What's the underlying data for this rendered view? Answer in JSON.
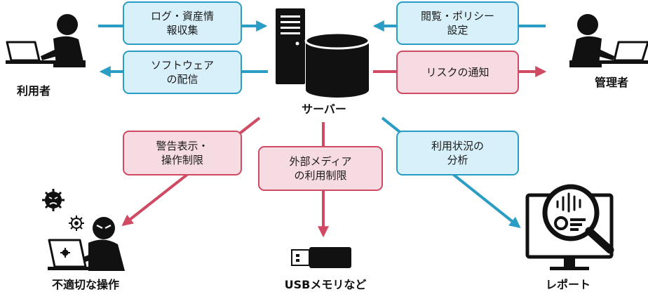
{
  "nodes": {
    "user": "利用者",
    "admin": "管理者",
    "server": "サーバー",
    "bad_op": "不適切な操作",
    "usb": "USBメモリなど",
    "report": "レポート"
  },
  "boxes": {
    "collect": "ログ・資産情\n報収集",
    "deliver": "ソフトウェア\nの配信",
    "view_policy": "閲覧・ポリシー\n設定",
    "risk": "リスクの通知",
    "warn": "警告表示・\n操作制限",
    "media": "外部メディア\nの利用制限",
    "analyze": "利用状況の\n分析"
  },
  "colors": {
    "blue": "#2a9dc4",
    "red": "#cf4a62",
    "blue_fill": "#d7f0f9",
    "red_fill": "#f6dce2"
  },
  "icons": [
    "user-at-laptop-icon",
    "admin-at-laptop-icon",
    "server-icon",
    "database-icon",
    "virus-icon",
    "hacker-icon",
    "usb-stick-icon",
    "report-magnifier-icon"
  ]
}
